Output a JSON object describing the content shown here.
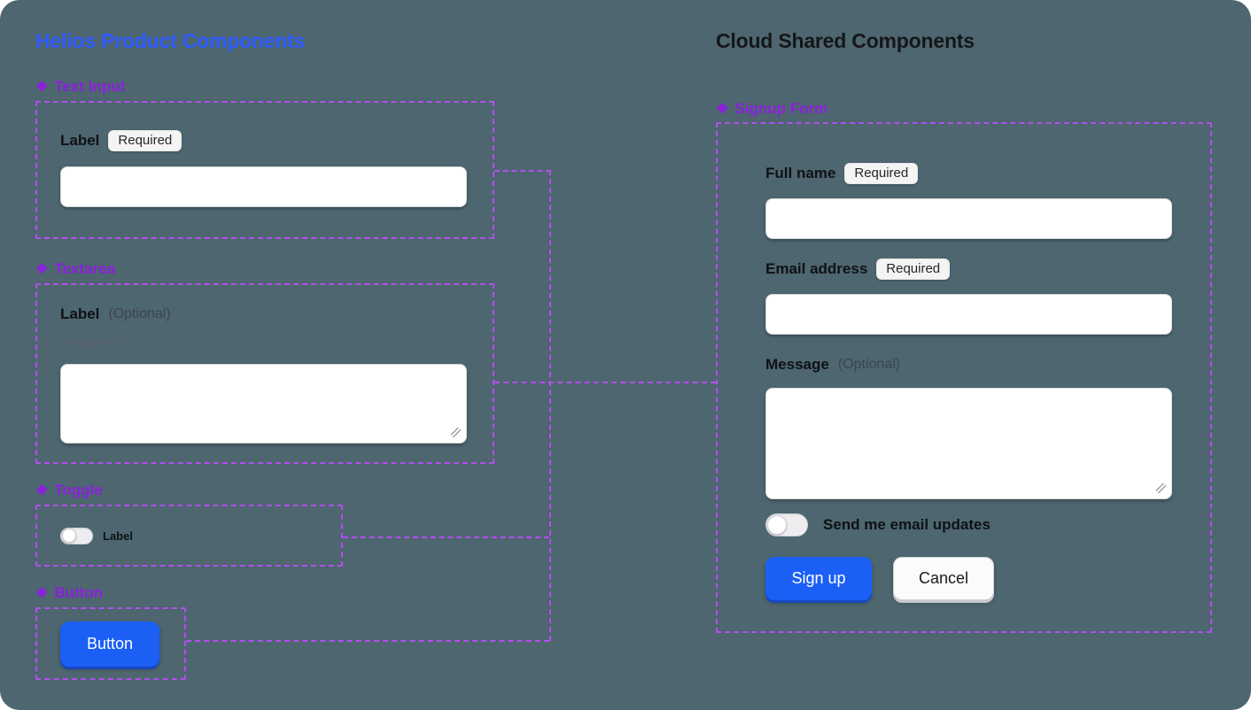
{
  "colors": {
    "background": "#4d666f",
    "left_title_blue": "#2e5bff",
    "right_title_black": "#15161a",
    "component_heading_purple": "#8c20dd",
    "wire_purple": "#b44ef0",
    "primary_button_blue": "#1b5ff5",
    "badge_background": "#f4f4f5"
  },
  "icons": {
    "component": "❖"
  },
  "left": {
    "title": "Helios Product Components",
    "sections": [
      {
        "heading": "Text Input",
        "label": "Label",
        "badge": "Required",
        "input_value": ""
      },
      {
        "heading": "Textarea",
        "label": "Label",
        "optional": "(Optional)",
        "helper": "Helper text",
        "textarea_value": ""
      },
      {
        "heading": "Toggle",
        "label": "Label",
        "state": "off"
      },
      {
        "heading": "Button",
        "button_label": "Button"
      }
    ]
  },
  "right": {
    "title": "Cloud Shared Components",
    "section_heading": "Signup Form",
    "fields": [
      {
        "label": "Full name",
        "badge": "Required",
        "input_value": ""
      },
      {
        "label": "Email address",
        "badge": "Required",
        "input_value": ""
      },
      {
        "label": "Message",
        "optional": "(Optional)",
        "textarea_value": ""
      }
    ],
    "toggle_label": "Send me email updates",
    "toggle_state": "off",
    "primary_button": "Sign up",
    "secondary_button": "Cancel"
  }
}
